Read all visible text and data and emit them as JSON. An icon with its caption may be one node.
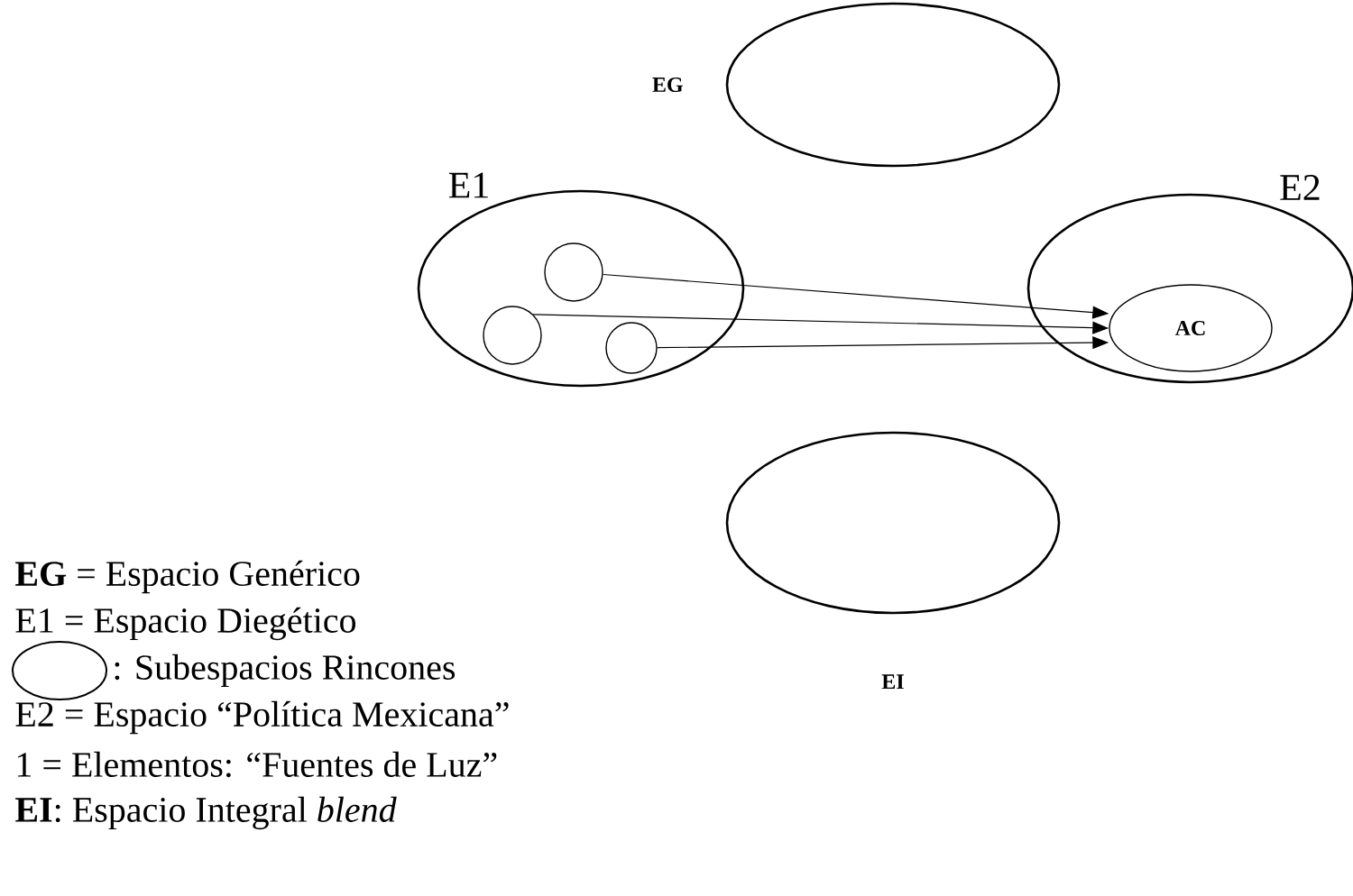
{
  "diagram": {
    "nodes": [
      {
        "text": [
          "EG"
        ]
      },
      {
        "text": [
          "E1"
        ]
      },
      {
        "text": [],
        "shape": "circle",
        "in": 1
      },
      {
        "text": [],
        "shape": "circle",
        "in": 1
      },
      {
        "text": [],
        "shape": "circle",
        "in": 1
      },
      {
        "text": [
          "E2"
        ]
      },
      {
        "text": [
          "AC"
        ],
        "in": 5
      },
      {
        "text": [
          "EI"
        ]
      }
    ],
    "edges": [
      {
        "from": 2,
        "to": 6,
        "arrow": "to"
      },
      {
        "from": 3,
        "to": 6,
        "arrow": "to"
      },
      {
        "from": 4,
        "to": 6,
        "arrow": "to"
      }
    ],
    "labels": [
      "**EG** = Espacio Genérico",
      "E1 = Espacio Diegético",
      "E2 = Espacio “Política Mexicana”",
      "1 = Elementos: “Fuentes de Luz”",
      "**EI**: Espacio Integral *blend*"
    ],
    "legend": [
      {
        "text": ": Subespacios Rincones"
      }
    ]
  }
}
